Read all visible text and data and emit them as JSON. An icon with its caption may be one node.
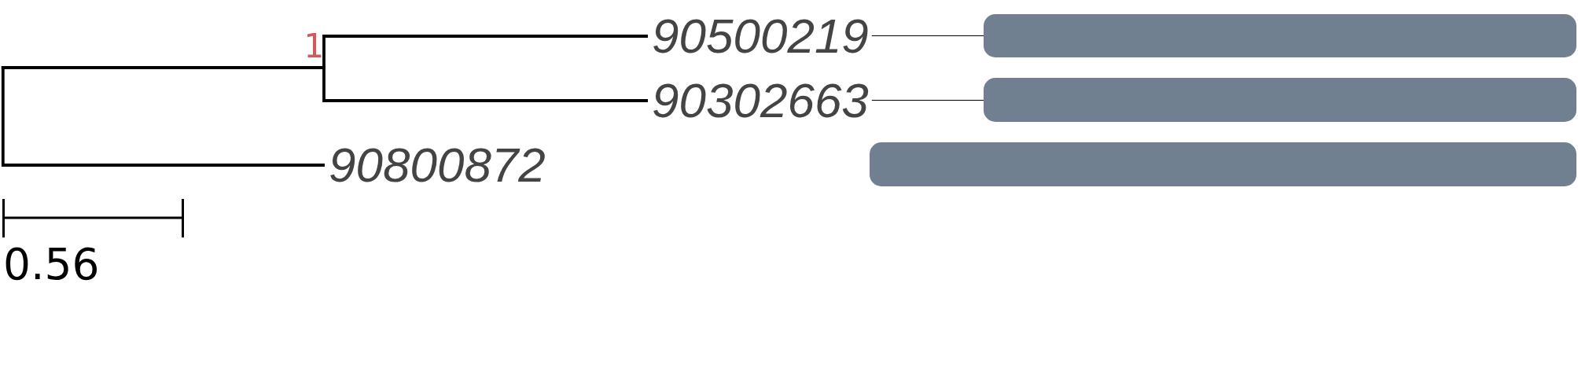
{
  "diagram": {
    "nodes": [
      {
        "text": [
          "90500219"
        ]
      },
      {
        "text": [],
        "shape": "bar"
      },
      {
        "text": [
          "90302663"
        ]
      },
      {
        "text": [],
        "shape": "bar"
      },
      {
        "text": [
          "90800872"
        ]
      },
      {
        "text": [],
        "shape": "bar"
      }
    ],
    "edges": [
      {
        "from": null,
        "to": 0,
        "arrow": "none"
      },
      {
        "from": null,
        "to": 2,
        "arrow": "none"
      },
      {
        "from": null,
        "to": 4,
        "arrow": "none"
      },
      {
        "from": 0,
        "to": 1,
        "arrow": "none"
      },
      {
        "from": 2,
        "to": 3,
        "arrow": "none"
      }
    ],
    "labels": [
      "1",
      "0.56"
    ]
  }
}
